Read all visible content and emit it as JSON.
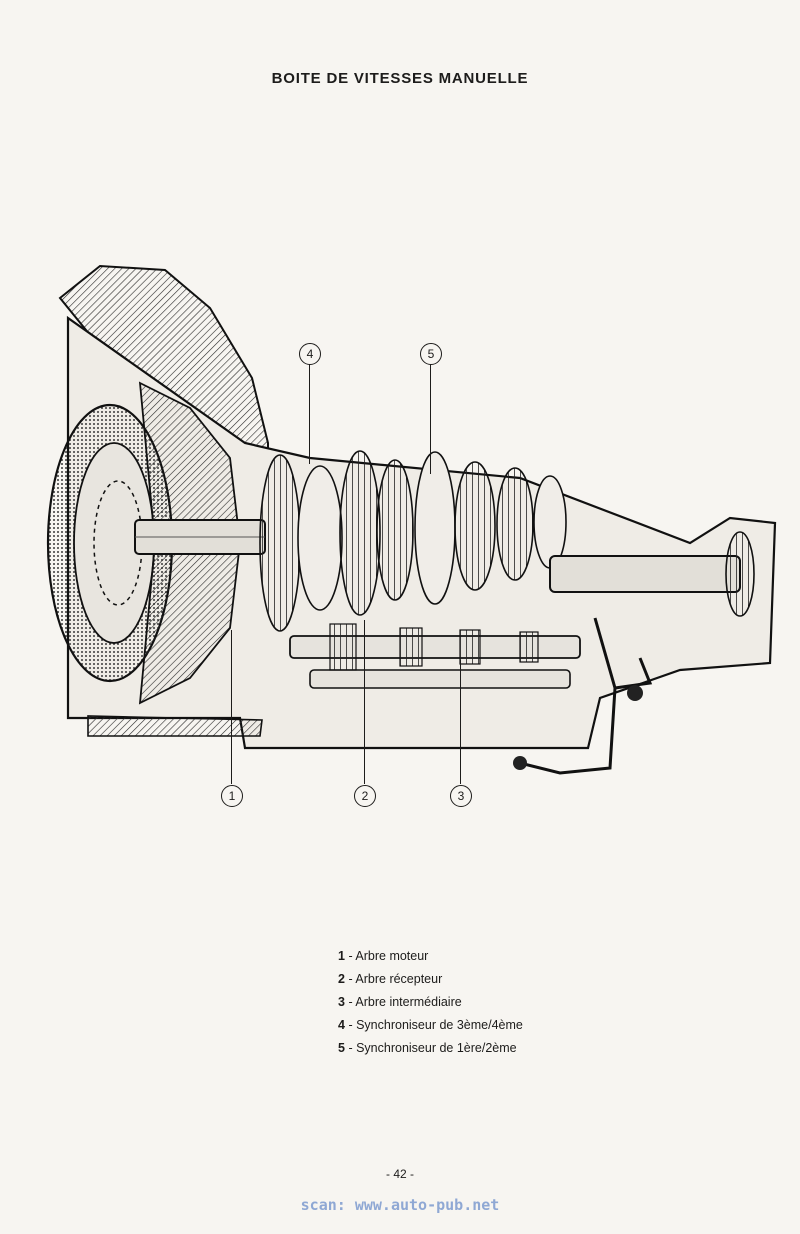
{
  "title": "BOITE DE VITESSES MANUELLE",
  "callouts": [
    "1",
    "2",
    "3",
    "4",
    "5"
  ],
  "legend": [
    {
      "num": "1",
      "sep": "-",
      "label": "Arbre moteur"
    },
    {
      "num": "2",
      "sep": "-",
      "label": "Arbre récepteur"
    },
    {
      "num": "3",
      "sep": "-",
      "label": "Arbre intermédiaire"
    },
    {
      "num": "4",
      "sep": "-",
      "label": "Synchroniseur de 3ème/4ème"
    },
    {
      "num": "5",
      "sep": "-",
      "label": "Synchroniseur de 1ère/2ème"
    }
  ],
  "page_number": "- 42 -",
  "scan_credit": "scan: www.auto-pub.net",
  "colors": {
    "paper": "#f7f5f1",
    "ink": "#1d1c1b",
    "credit": "#8fa8d4"
  }
}
